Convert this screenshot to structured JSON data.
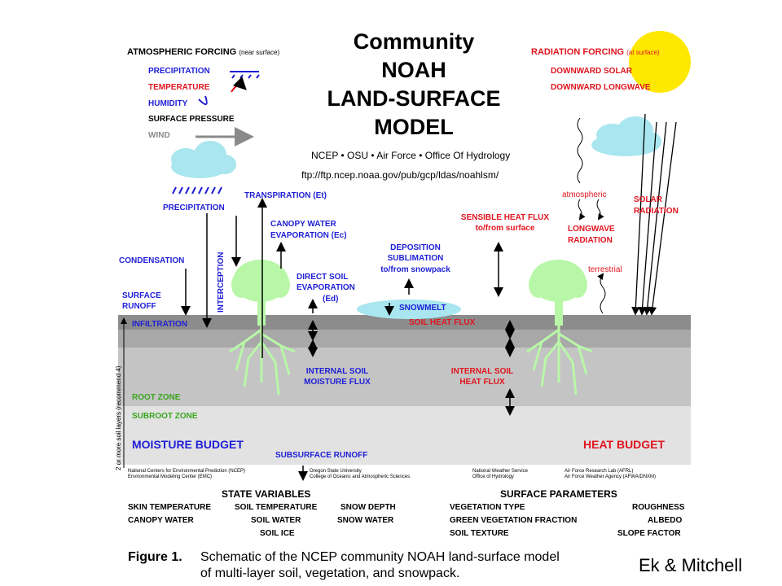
{
  "title": {
    "line1": "Community",
    "line2": "NOAH",
    "line3": "LAND-SURFACE",
    "line4": "MODEL"
  },
  "subtitle": "NCEP • OSU • Air Force • Office Of Hydrology",
  "ftp": "ftp://ftp.ncep.noaa.gov/pub/gcp/ldas/noahlsm/",
  "atmospheric_forcing": {
    "heading": "ATMOSPHERIC FORCING",
    "heading_note": "(near surface)",
    "items": [
      "PRECIPITATION",
      "TEMPERATURE",
      "HUMIDITY",
      "SURFACE PRESSURE",
      "WIND"
    ]
  },
  "radiation_forcing": {
    "heading": "RADIATION FORCING",
    "heading_note": "(at surface)",
    "items": [
      "DOWNWARD SOLAR",
      "DOWNWARD LONGWAVE"
    ]
  },
  "labels": {
    "precipitation": "PRECIPITATION",
    "transpiration": "TRANSPIRATION (Et)",
    "canopy_evap_1": "CANOPY WATER",
    "canopy_evap_2": "EVAPORATION (Ec)",
    "condensation": "CONDENSATION",
    "interception": "INTERCEPTION",
    "surface_runoff_1": "SURFACE",
    "surface_runoff_2": "RUNOFF",
    "direct_soil_1": "DIRECT SOIL",
    "direct_soil_2": "EVAPORATION",
    "direct_soil_3": "(Ed)",
    "deposition_1": "DEPOSITION",
    "deposition_2": "SUBLIMATION",
    "deposition_3": "to/from snowpack",
    "sensible_1": "SENSIBLE HEAT FLUX",
    "sensible_2": "to/from surface",
    "atmospheric": "atmospheric",
    "longwave_1": "LONGWAVE",
    "longwave_2": "RADIATION",
    "terrestrial": "terrestrial",
    "solar_1": "SOLAR",
    "solar_2": "RADIATION",
    "snowmelt": "SNOWMELT",
    "infiltration": "INFILTRATION",
    "soil_heat_flux": "SOIL HEAT FLUX",
    "internal_moisture_1": "INTERNAL SOIL",
    "internal_moisture_2": "MOISTURE FLUX",
    "internal_heat_1": "INTERNAL SOIL",
    "internal_heat_2": "HEAT FLUX",
    "root_zone": "ROOT ZONE",
    "subroot_zone": "SUBROOT ZONE",
    "moisture_budget": "MOISTURE BUDGET",
    "heat_budget": "HEAT BUDGET",
    "subsurface_runoff": "SUBSURFACE RUNOFF",
    "soil_layers": "2 or more soil layers (recommend 4)"
  },
  "institutions": {
    "ncep_1": "National Centers for Environmental Prediction (NCEP)",
    "ncep_2": "Environmental Modeling Center (EMC)",
    "osu_1": "Oregon State University",
    "osu_2": "College of Oceanic and Atmospheric Sciences",
    "nws_1": "National Weather Service",
    "nws_2": "Office of Hydrology",
    "afrl_1": "Air Force Research Lab (AFRL)",
    "afrl_2": "Air Force Weather Agency (AFWA/DNXM)"
  },
  "state_variables": {
    "heading": "STATE VARIABLES",
    "col1": [
      "SKIN TEMPERATURE",
      "CANOPY WATER"
    ],
    "col2": [
      "SOIL TEMPERATURE",
      "SOIL WATER",
      "SOIL ICE"
    ],
    "col3": [
      "SNOW DEPTH",
      "SNOW WATER"
    ]
  },
  "surface_parameters": {
    "heading": "SURFACE PARAMETERS",
    "col1": [
      "VEGETATION TYPE",
      "GREEN VEGETATION FRACTION",
      "SOIL TEXTURE"
    ],
    "col2": [
      "ROUGHNESS",
      "ALBEDO",
      "SLOPE FACTOR"
    ]
  },
  "caption": {
    "figure": "Figure 1.",
    "line1": "Schematic of the NCEP community NOAH land-surface model",
    "line2": "of multi-layer soil, vegetation, and snowpack."
  },
  "credit": "Ek & Mitchell",
  "colors": {
    "blue": "#1f1fd6",
    "red": "#e0141e",
    "green": "#3aa51f",
    "sun": "#ffe800",
    "cloud": "#a9e6ef",
    "tree": "#b9f7a8"
  }
}
